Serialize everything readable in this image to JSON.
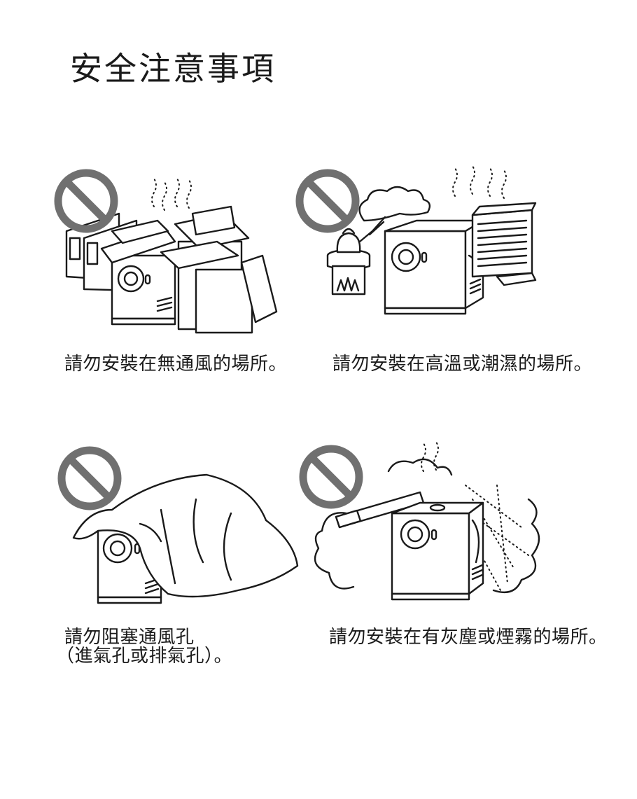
{
  "title": "安全注意事項",
  "items": [
    {
      "caption": "請勿安裝在無通風的場所。",
      "icon": "prohibition-icon"
    },
    {
      "caption": "請勿安裝在高溫或潮濕的場所。",
      "icon": "prohibition-icon"
    },
    {
      "caption_line1": "請勿阻塞通風孔",
      "caption_line2": "（進氣孔或排氣孔）。",
      "icon": "prohibition-icon"
    },
    {
      "caption": "請勿安裝在有灰塵或煙霧的場所。",
      "icon": "prohibition-icon"
    }
  ],
  "colors": {
    "prohibition": "#707070",
    "ink": "#1a1a1a",
    "background": "#ffffff"
  }
}
